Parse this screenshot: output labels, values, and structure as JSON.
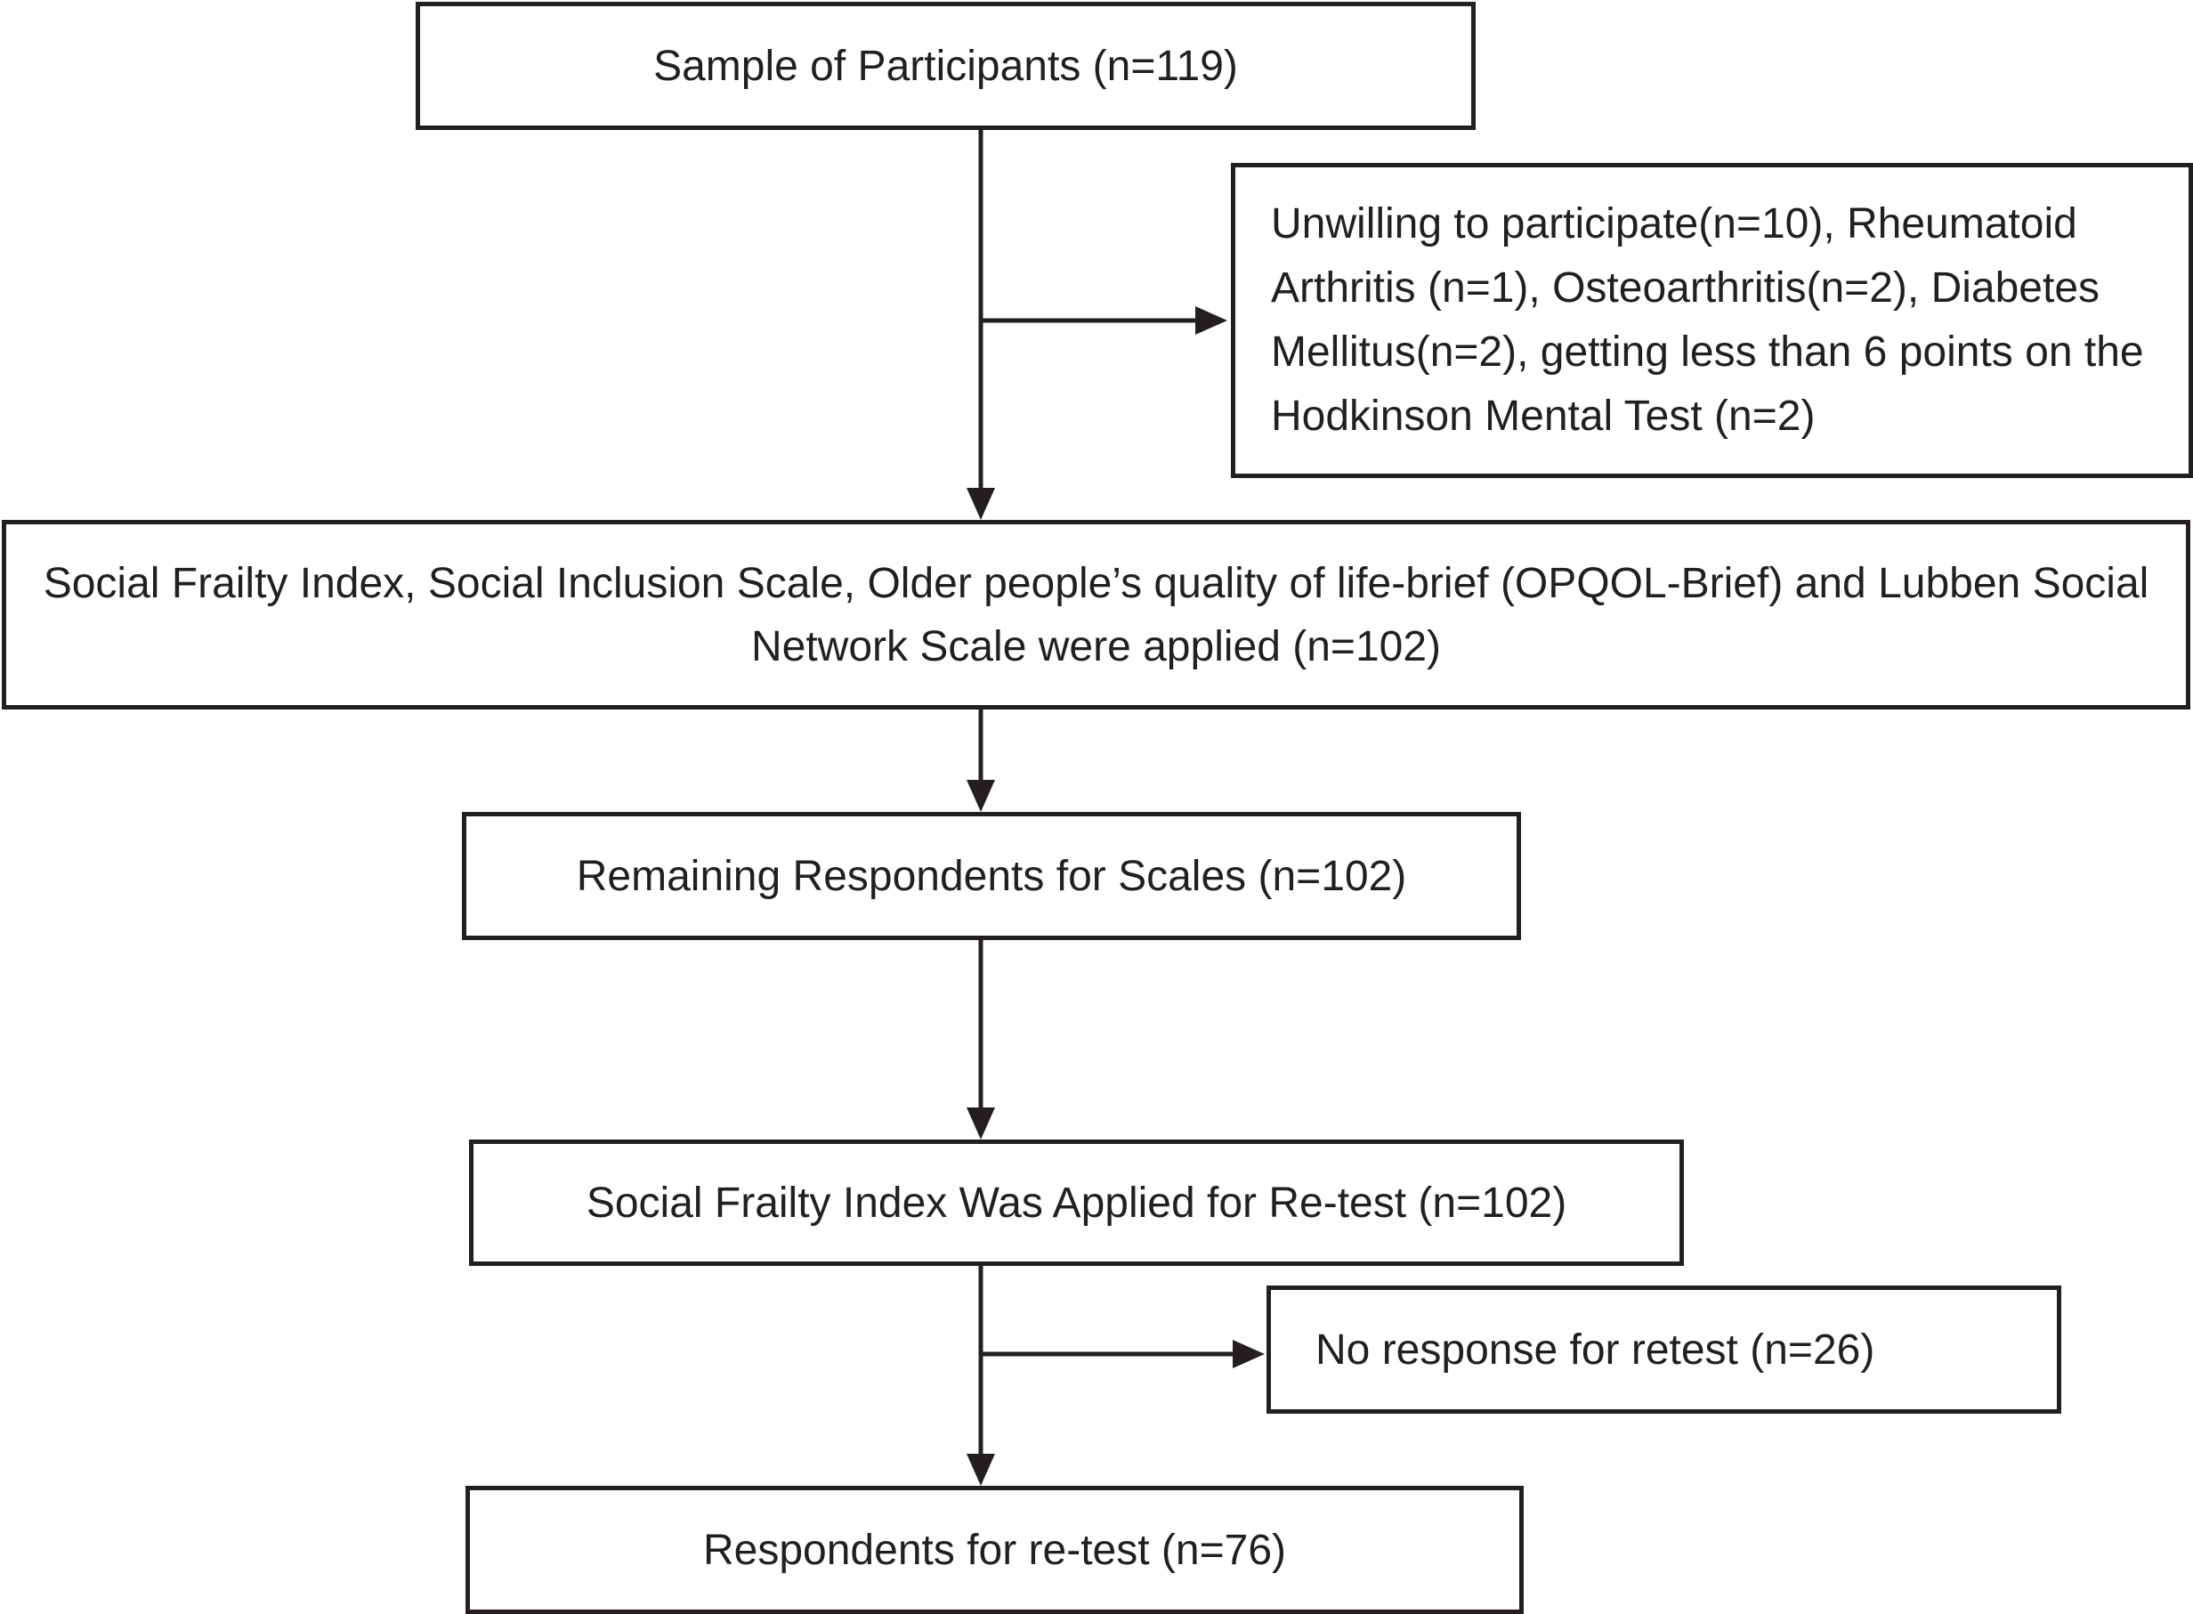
{
  "nodes": {
    "sample": "Sample of Participants (n=119)",
    "exclusions": "Unwilling to participate(n=10), Rheumatoid Arthritis (n=1), Osteoarthritis(n=2), Diabetes Mellitus(n=2), getting less than 6 points on the Hodkinson Mental Test (n=2)",
    "applied": "Social Frailty Index, Social Inclusion Scale, Older people’s quality of life-brief (OPQOL-Brief) and Lubben Social Network Scale were applied (n=102)",
    "remaining": "Remaining Respondents for Scales (n=102)",
    "retest_applied": "Social Frailty Index Was Applied for Re-test (n=102)",
    "no_response": "No response for retest (n=26)",
    "respondents": "Respondents for re-test (n=76)"
  },
  "edges": [
    {
      "from": "sample",
      "to": "applied"
    },
    {
      "from": "sample",
      "to": "exclusions"
    },
    {
      "from": "applied",
      "to": "remaining"
    },
    {
      "from": "remaining",
      "to": "retest_applied"
    },
    {
      "from": "retest_applied",
      "to": "respondents"
    },
    {
      "from": "retest_applied",
      "to": "no_response"
    }
  ],
  "colors": {
    "stroke": "#231f20",
    "background": "#ffffff"
  }
}
